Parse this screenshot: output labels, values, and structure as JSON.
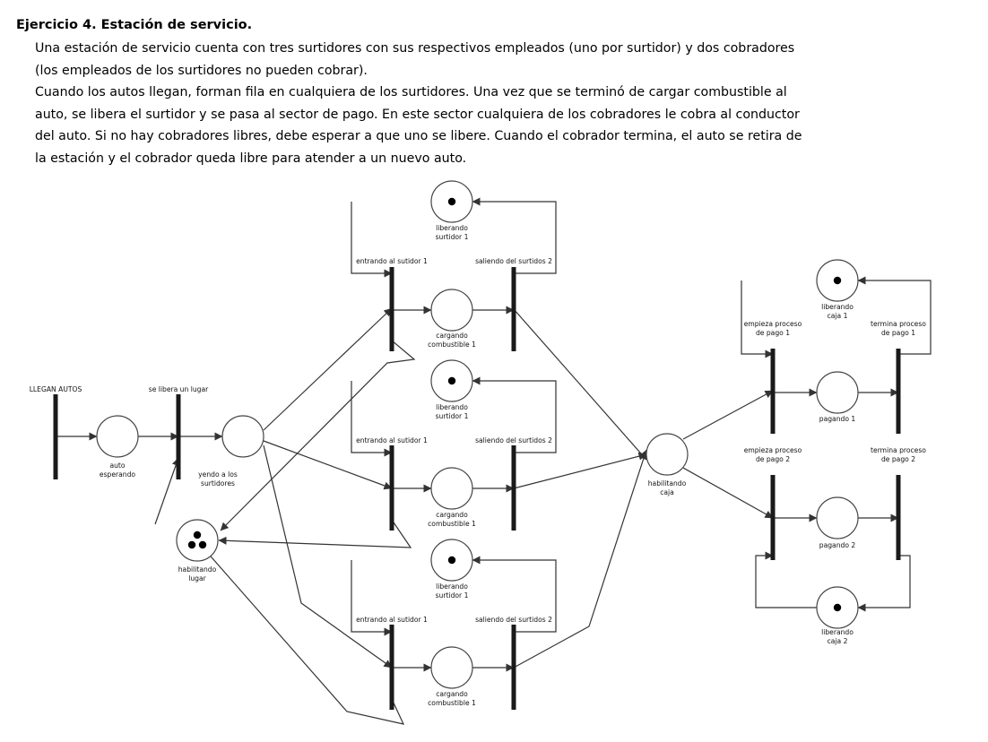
{
  "title": "Ejercicio 4. Estación de servicio.",
  "intro_lines": [
    "Una estación de servicio cuenta con tres surtidores con sus respectivos empleados (uno por surtidor) y dos cobradores",
    "(los empleados de los surtidores no pueden cobrar).",
    "Cuando los autos llegan, forman fila en cualquiera de los surtidores. Una vez que se terminó de cargar combustible al",
    "auto, se libera el surtidor y se pasa al sector de pago. En este sector cualquiera de los cobradores le cobra al conductor",
    "del auto. Si no hay cobradores libres, debe esperar a que uno se libere. Cuando el cobrador termina, el auto se retira de",
    "la estación y el cobrador queda libre para atender a un nuevo auto."
  ],
  "diagram": {
    "transitions": [
      {
        "id": "t_llegan",
        "label": "LLEGAN AUTOS"
      },
      {
        "id": "t_libera",
        "label": "se libera un lugar"
      },
      {
        "id": "t_in1",
        "label": "entrando al sutidor 1"
      },
      {
        "id": "t_out1",
        "label": "saliendo del surtidos 2"
      },
      {
        "id": "t_in2",
        "label": "entrando al sutidor 1"
      },
      {
        "id": "t_out2",
        "label": "saliendo del surtidos 2"
      },
      {
        "id": "t_in3",
        "label": "entrando al sutidor 1"
      },
      {
        "id": "t_out3",
        "label": "saliendo del surtidos 2"
      },
      {
        "id": "t_pay1s",
        "label": "empieza proceso\nde pago 1"
      },
      {
        "id": "t_pay1e",
        "label": "termina proceso\nde pago 1"
      },
      {
        "id": "t_pay2s",
        "label": "empieza proceso\nde pago 2"
      },
      {
        "id": "t_pay2e",
        "label": "termina proceso\nde pago 2"
      }
    ],
    "places": [
      {
        "id": "p_auto",
        "label": "auto\nesperando",
        "tokens": 0
      },
      {
        "id": "p_yendo",
        "label": "yendo a los\nsurtidores",
        "tokens": 0
      },
      {
        "id": "p_hab",
        "label": "habilitando\nlugar",
        "tokens": 3
      },
      {
        "id": "p_lib1",
        "label": "liberando\nsurtidor 1",
        "tokens": 1
      },
      {
        "id": "p_carg1",
        "label": "cargando\ncombustible 1",
        "tokens": 0
      },
      {
        "id": "p_lib2",
        "label": "liberando\nsurtidor 1",
        "tokens": 1
      },
      {
        "id": "p_carg2",
        "label": "cargando\ncombustible 1",
        "tokens": 0
      },
      {
        "id": "p_lib3",
        "label": "liberando\nsurtidor 1",
        "tokens": 1
      },
      {
        "id": "p_carg3",
        "label": "cargando\ncombustible 1",
        "tokens": 0
      },
      {
        "id": "p_caja",
        "label": "habilitando\ncaja",
        "tokens": 0
      },
      {
        "id": "p_libc1",
        "label": "liberando\ncaja 1",
        "tokens": 1
      },
      {
        "id": "p_pag1",
        "label": "pagando 1",
        "tokens": 0
      },
      {
        "id": "p_pag2",
        "label": "pagando 2",
        "tokens": 0
      },
      {
        "id": "p_libc2",
        "label": "liberando\ncaja 2",
        "tokens": 1
      }
    ]
  }
}
